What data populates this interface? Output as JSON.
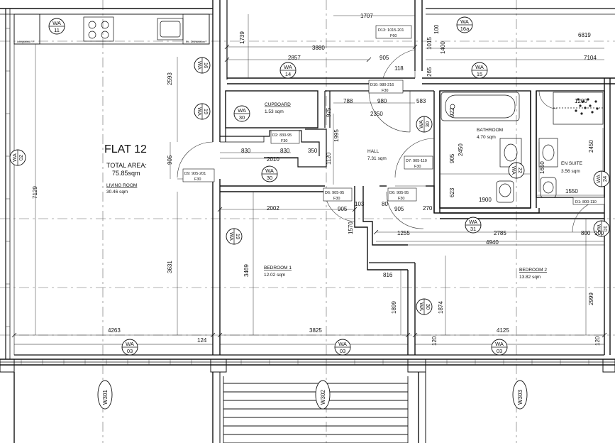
{
  "flat": {
    "title": "FLAT 12",
    "total_area_label": "TOTAL AREA:",
    "total_area_value": "75.85sqm"
  },
  "rooms": [
    {
      "name": "LIVING ROOM",
      "area": "30.46 sqm"
    },
    {
      "name": "CUPBOARD",
      "area": "1.53 sqm"
    },
    {
      "name": "HALL",
      "area": "7.31 sqm"
    },
    {
      "name": "BATHROOM",
      "area": "4.70 sqm"
    },
    {
      "name": "EN SUITE",
      "area": "3.56 sqm"
    },
    {
      "name": "BEDROOM 1",
      "area": "12.02 sqm"
    },
    {
      "name": "BEDROOM 2",
      "area": "13.82 sqm"
    }
  ],
  "doors": [
    {
      "l1": "D13: 1015-201",
      "l2": "F60"
    },
    {
      "l1": "D10: 980-216",
      "l2": "F30"
    },
    {
      "l1": "D2: 830-95",
      "l2": "F30"
    },
    {
      "l1": "D9: 905-201",
      "l2": "F30"
    },
    {
      "l1": "D7: 905-110",
      "l2": "F30"
    },
    {
      "l1": "D6: 905-95",
      "l2": "F30"
    },
    {
      "l1": "D6: 905-95",
      "l2": "F30"
    },
    {
      "l1": "D1: 800-110",
      "l2": ""
    }
  ],
  "wall_tags": [
    {
      "top": "WA",
      "num": "11"
    },
    {
      "top": "WA",
      "num": "16a"
    },
    {
      "top": "WA",
      "num": "16"
    },
    {
      "top": "WA",
      "num": "14"
    },
    {
      "top": "WA",
      "num": "15"
    },
    {
      "top": "WA",
      "num": "19"
    },
    {
      "top": "WA",
      "num": "30"
    },
    {
      "top": "WA",
      "num": "02"
    },
    {
      "top": "WA",
      "num": "30"
    },
    {
      "top": "WA",
      "num": "30"
    },
    {
      "top": "WA",
      "num": "22"
    },
    {
      "top": "WA",
      "num": "24"
    },
    {
      "top": "WA",
      "num": "31"
    },
    {
      "top": "WA",
      "num": "19"
    },
    {
      "top": "WA",
      "num": "30"
    },
    {
      "top": "WA",
      "num": "03"
    },
    {
      "top": "WA",
      "num": "03"
    },
    {
      "top": "WA",
      "num": "03"
    },
    {
      "top": "WA",
      "num": "10"
    }
  ],
  "grid_marks": [
    "W301",
    "W302",
    "W303"
  ],
  "appliances": {
    "fridge": "Integrated FF",
    "dishwasher": "Int. Dishwasher"
  },
  "dimensions": {
    "top_1707": "1707",
    "top_3880": "3880",
    "top_6819": "6819",
    "top_7104": "7104",
    "d_1739": "1739",
    "d_2857": "2857",
    "d_905a": "905",
    "d_118": "118",
    "d_100": "100",
    "d_1015": "1015",
    "d_1400": "1400",
    "d_265": "265",
    "d_2593": "2593",
    "d_788": "788",
    "d_980": "980",
    "d_583": "583",
    "d_1200": "1200",
    "d_2350": "2350",
    "d_975": "975",
    "d_922": "922",
    "d_830a": "830",
    "d_830b": "830",
    "d_350": "350",
    "d_1995": "1995",
    "d_1120": "1120",
    "d_2010": "2010",
    "d_905b": "905",
    "d_2450a": "2450",
    "d_2450b": "2450",
    "d_1650": "1650",
    "d_623": "623",
    "d_1550": "1550",
    "d_1900": "1900",
    "d_7129": "7129",
    "d_905c": "905",
    "d_2002": "2002",
    "d_905d": "905",
    "d_103": "103",
    "d_80": "80",
    "d_905e": "905",
    "d_270": "270",
    "d_1570": "1570",
    "d_1255": "1255",
    "d_2785": "2785",
    "d_800": "800",
    "d_100b": "100",
    "d_4940": "4940",
    "d_3631": "3631",
    "d_3469": "3469",
    "d_816": "816",
    "d_1899": "1899",
    "d_1874": "1874",
    "d_2999": "2999",
    "d_4263": "4263",
    "d_124": "124",
    "d_3825": "3825",
    "d_4125": "4125",
    "d_120a": "120",
    "d_120b": "120"
  },
  "colors": {
    "line": "#111111",
    "light_line": "#8a8a8a",
    "dash": "#555555",
    "background": "#ffffff"
  }
}
